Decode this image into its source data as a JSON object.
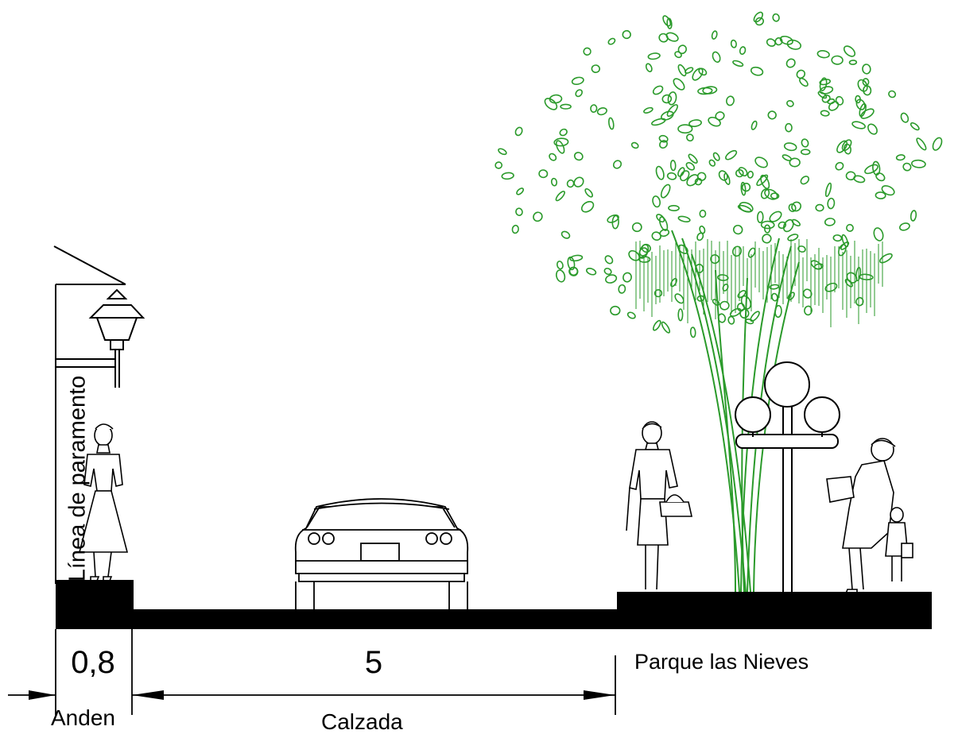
{
  "labels": {
    "vertical": "Línea de paramento",
    "park": "Parque las Nieves",
    "sidewalk": "Anden",
    "roadway": "Calzada"
  },
  "dimensions": {
    "sidewalk_width": "0,8",
    "roadway_width": "5"
  },
  "colors": {
    "line": "#000000",
    "foliage": "#2a9a2a",
    "ground": "#000000"
  },
  "icons": [
    "wall-lamp-icon",
    "pedestrian-icon",
    "car-rear-icon",
    "tree-icon",
    "globe-streetlight-icon",
    "woman-with-bag-icon",
    "adult-with-child-icon"
  ]
}
